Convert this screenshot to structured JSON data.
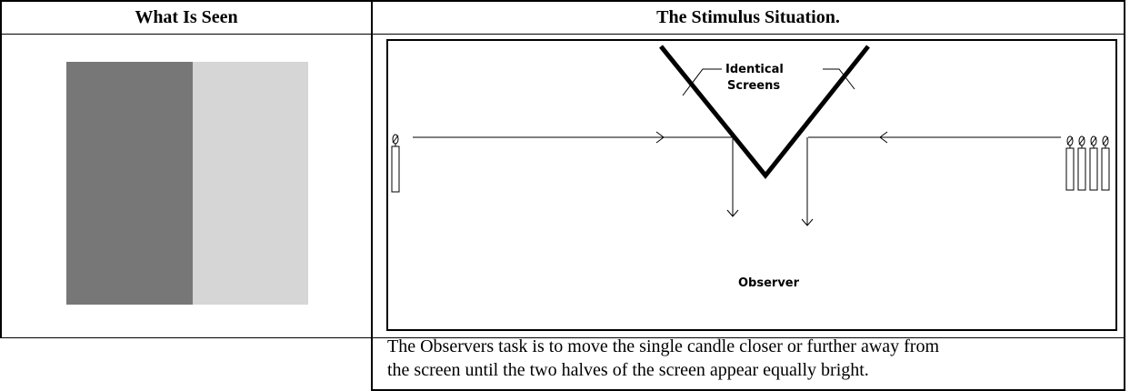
{
  "table": {
    "headers": {
      "left": "What Is Seen",
      "right": "The Stimulus Situation."
    }
  },
  "stimulus": {
    "dark_half_color": "#777777",
    "light_half_color": "#d6d6d6"
  },
  "diagram": {
    "screens_label_line1": "Identical",
    "screens_label_line2": "Screens",
    "observer_label": "Observer",
    "candles_left": 1,
    "candles_right": 4
  },
  "caption": {
    "line1": "The Observers task is to move the single candle closer or further away from",
    "line2": "the screen until the two halves of the screen appear equally bright."
  }
}
